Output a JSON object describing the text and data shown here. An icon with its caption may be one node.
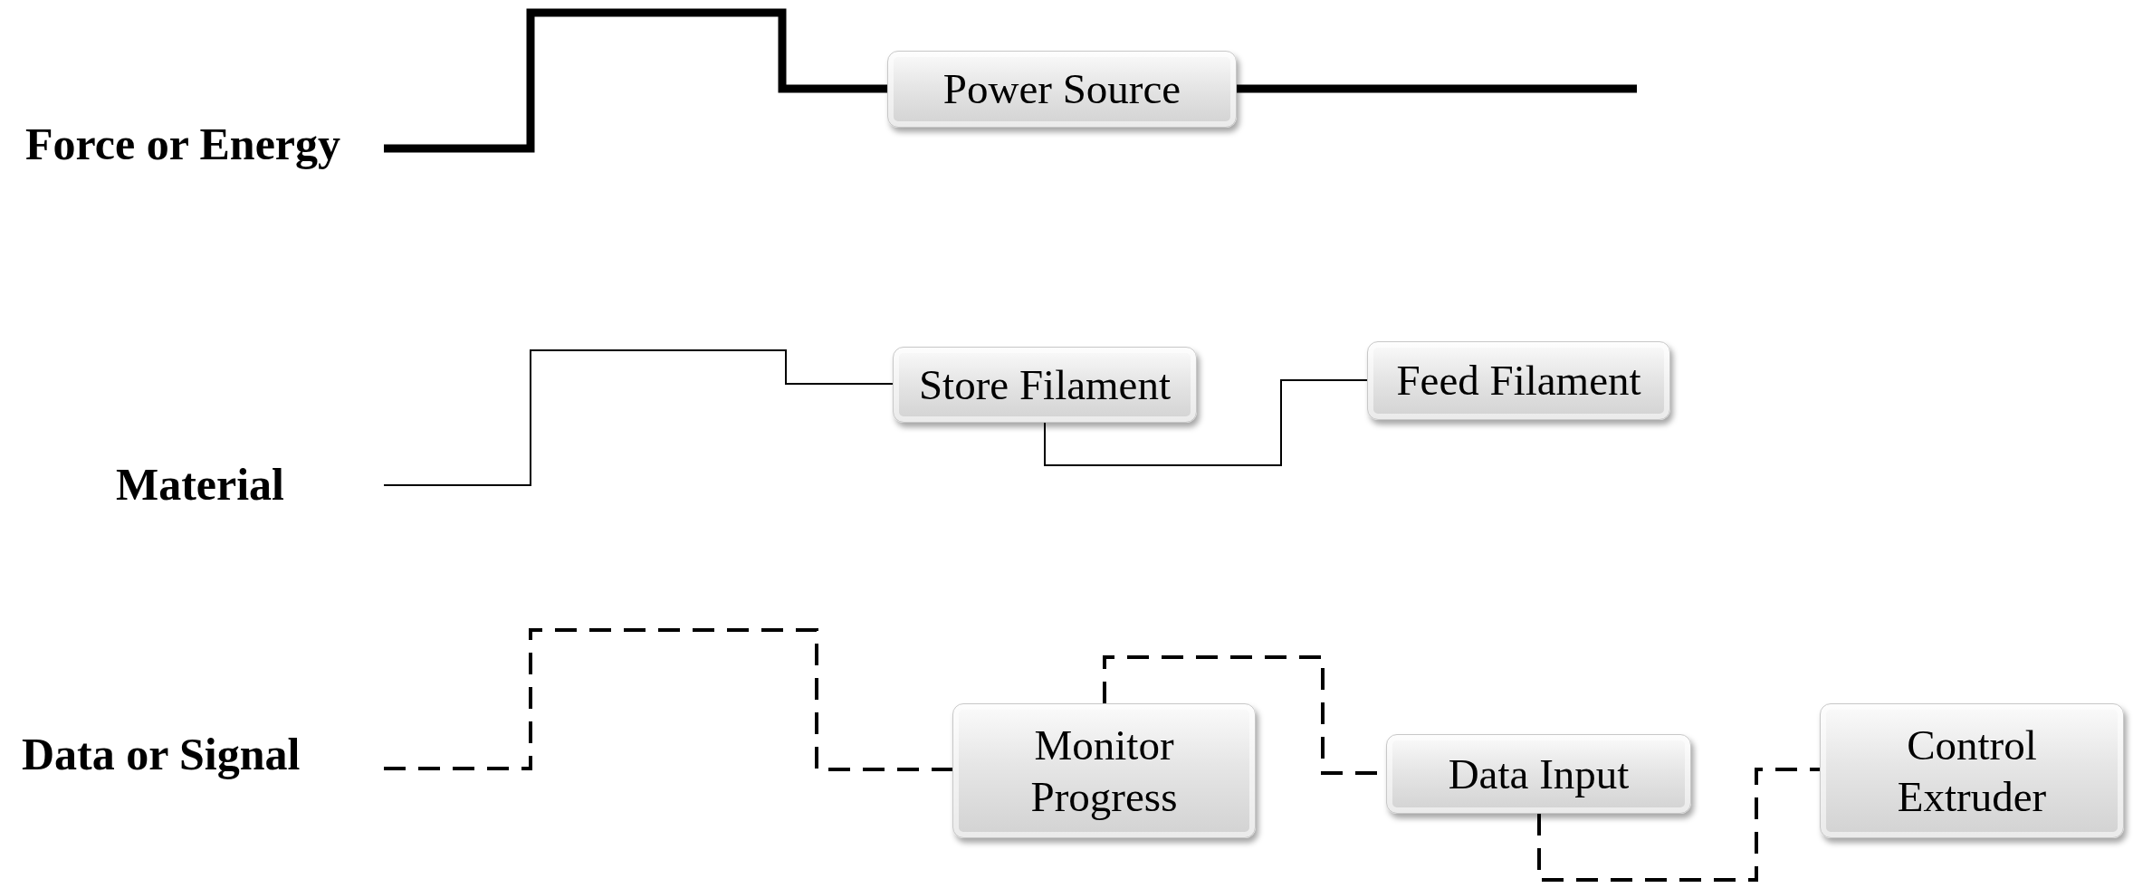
{
  "diagram": {
    "nodes": [
      {
        "text": [
          "Force or Energy"
        ]
      },
      {
        "text": [
          "Power Source"
        ]
      },
      {
        "text": [
          "Material"
        ]
      },
      {
        "text": [
          "Store Filament"
        ]
      },
      {
        "text": [
          "Feed Filament"
        ]
      },
      {
        "text": [
          "Data or Signal"
        ]
      },
      {
        "text": [
          "Monitor Progress"
        ]
      },
      {
        "text": [
          "Data Input"
        ]
      },
      {
        "text": [
          "Control Extruder"
        ]
      }
    ],
    "edges": [
      {
        "from": 0,
        "to": 1,
        "arrow": "none",
        "style": "thick"
      },
      {
        "from": 1,
        "to": null,
        "arrow": "none",
        "style": "thick"
      },
      {
        "from": 2,
        "to": 3,
        "arrow": "none"
      },
      {
        "from": 3,
        "to": 4,
        "arrow": "none"
      },
      {
        "from": 5,
        "to": 6,
        "arrow": "none",
        "style": "dashed"
      },
      {
        "from": 6,
        "to": 7,
        "arrow": "none",
        "style": "dashed"
      },
      {
        "from": 7,
        "to": 8,
        "arrow": "none",
        "style": "dashed"
      }
    ]
  }
}
